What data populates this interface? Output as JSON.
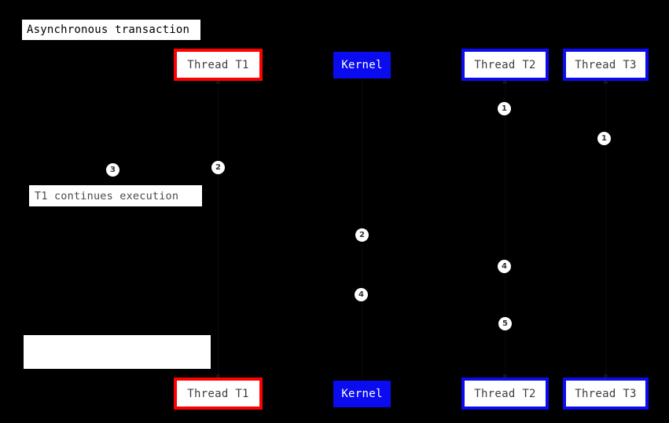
{
  "diagram": {
    "title": "Asynchronous transaction",
    "background_color": "#000000",
    "accent_red": "#ff0000",
    "accent_blue": "#0b0bf0",
    "note_fill": "#ffffff"
  },
  "notes": [
    {
      "id": "title",
      "text": "Asynchronous transaction"
    },
    {
      "id": "t1-continues",
      "text": "T1 continues execution"
    },
    {
      "id": "empty-note",
      "text": ""
    }
  ],
  "participants_top": [
    {
      "id": "thread-t1",
      "label": "Thread T1",
      "style": "red-outline"
    },
    {
      "id": "kernel",
      "label": "Kernel",
      "style": "blue-solid"
    },
    {
      "id": "thread-t2",
      "label": "Thread T2",
      "style": "blue-outline"
    },
    {
      "id": "thread-t3",
      "label": "Thread T3",
      "style": "blue-outline"
    }
  ],
  "participants_bottom": [
    {
      "id": "thread-t1",
      "label": "Thread T1",
      "style": "red-outline"
    },
    {
      "id": "kernel",
      "label": "Kernel",
      "style": "blue-solid"
    },
    {
      "id": "thread-t2",
      "label": "Thread T2",
      "style": "blue-outline"
    },
    {
      "id": "thread-t3",
      "label": "Thread T3",
      "style": "blue-outline"
    }
  ],
  "markers": [
    {
      "id": "m-t2-1",
      "number": "1"
    },
    {
      "id": "m-t3-1",
      "number": "1"
    },
    {
      "id": "m-t1-3",
      "number": "3"
    },
    {
      "id": "m-t1-2",
      "number": "2"
    },
    {
      "id": "m-kernel-2",
      "number": "2"
    },
    {
      "id": "m-t2-4",
      "number": "4"
    },
    {
      "id": "m-kernel-4",
      "number": "4"
    },
    {
      "id": "m-t2-5",
      "number": "5"
    }
  ]
}
